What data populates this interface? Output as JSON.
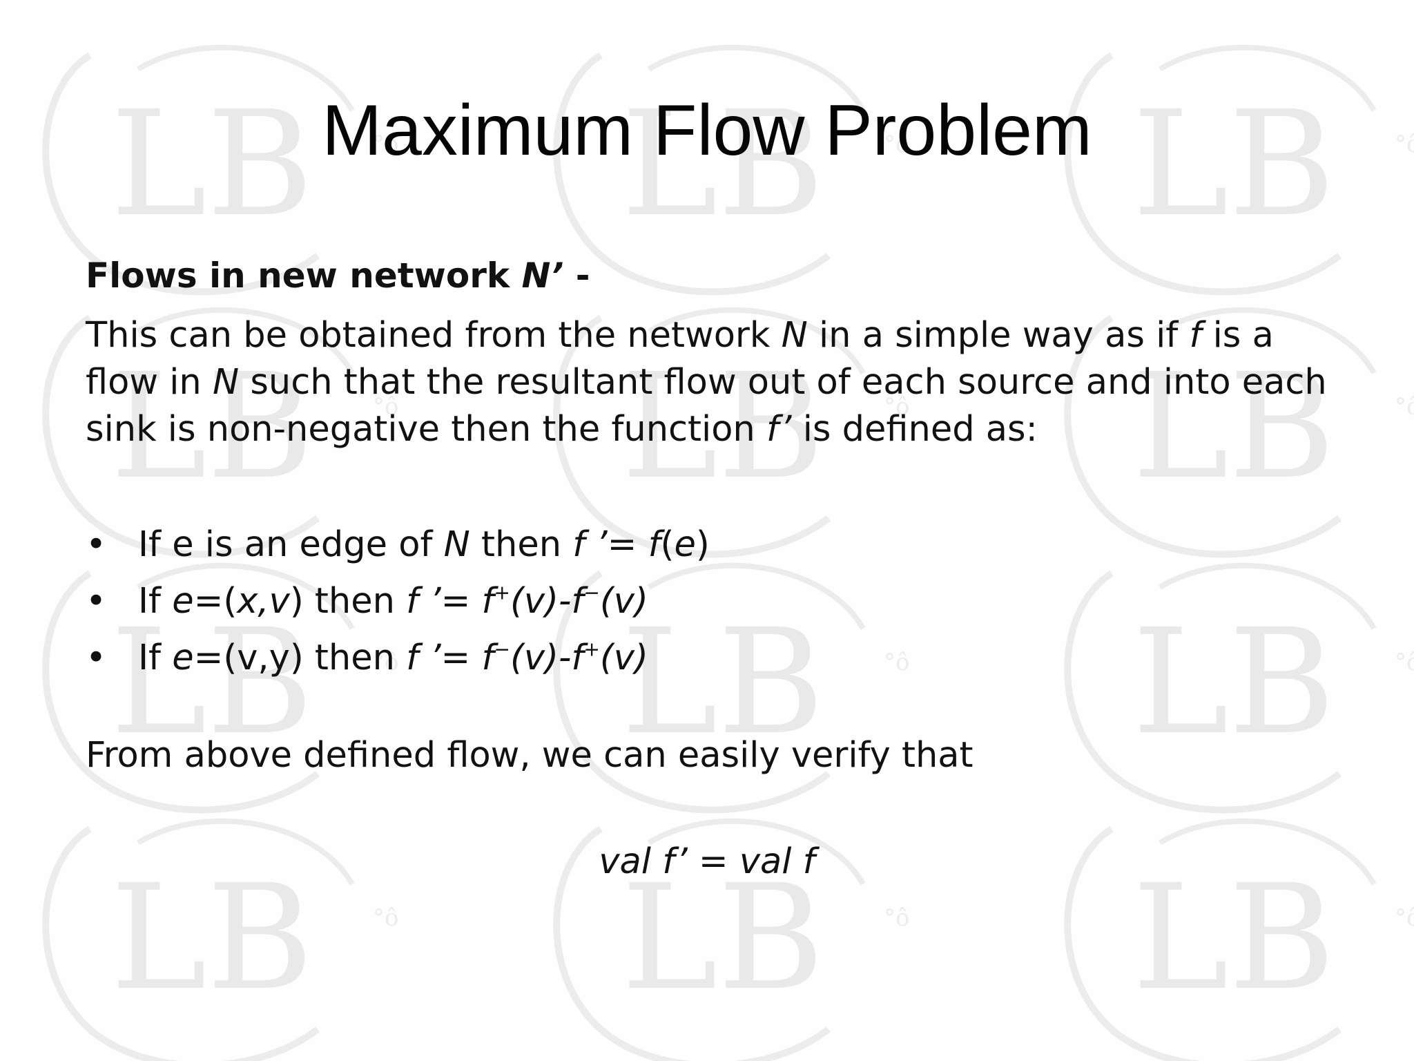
{
  "watermark": {
    "text": "LB",
    "color": "#e9e9e9"
  },
  "slide": {
    "title": "Maximum Flow Problem",
    "subheading": {
      "prefix": "Flows in new network ",
      "symbol": "N’",
      "suffix": " -"
    },
    "paragraph": {
      "line1": {
        "a": "This can be obtained from the network ",
        "N": "N",
        "b": " in a simple way as if ",
        "f": "f",
        "c": " is a"
      },
      "line2": {
        "a": "flow in ",
        "N": "N",
        "b": " such that the resultant flow out of each source and into each"
      },
      "line3": {
        "a": "sink is non-negative then the function ",
        "fprime": "f’",
        "b": " is defined as:"
      }
    },
    "bullets": [
      {
        "bullet": "•",
        "a": "If e is an edge of ",
        "N": "N",
        "b": " then  ",
        "lhs": "f ’",
        "eq": "= ",
        "f": "f",
        "paren_open": "(",
        "e": "e",
        "paren_close": ")"
      },
      {
        "bullet": "•",
        "a": "If ",
        "e": "e",
        "b": "=(",
        "xv": "x,v",
        "c": ") then  ",
        "lhs": "f ’",
        "eq": "= ",
        "f1": "f",
        "sup1": "+",
        "mid1": "(v)-",
        "f2": "f",
        "sup2": "−",
        "mid2": "(v)"
      },
      {
        "bullet": "•",
        "a": "If ",
        "e": "e",
        "b": "=(v,y) then  ",
        "lhs": "f ’",
        "eq": "= ",
        "f1": "f",
        "sup1": "−",
        "mid1": "(v)-",
        "f2": "f",
        "sup2": "+",
        "mid2": "(v)"
      }
    ],
    "verify_text": "From above defined flow, we can easily verify that",
    "equation": "val f’ = val f"
  }
}
